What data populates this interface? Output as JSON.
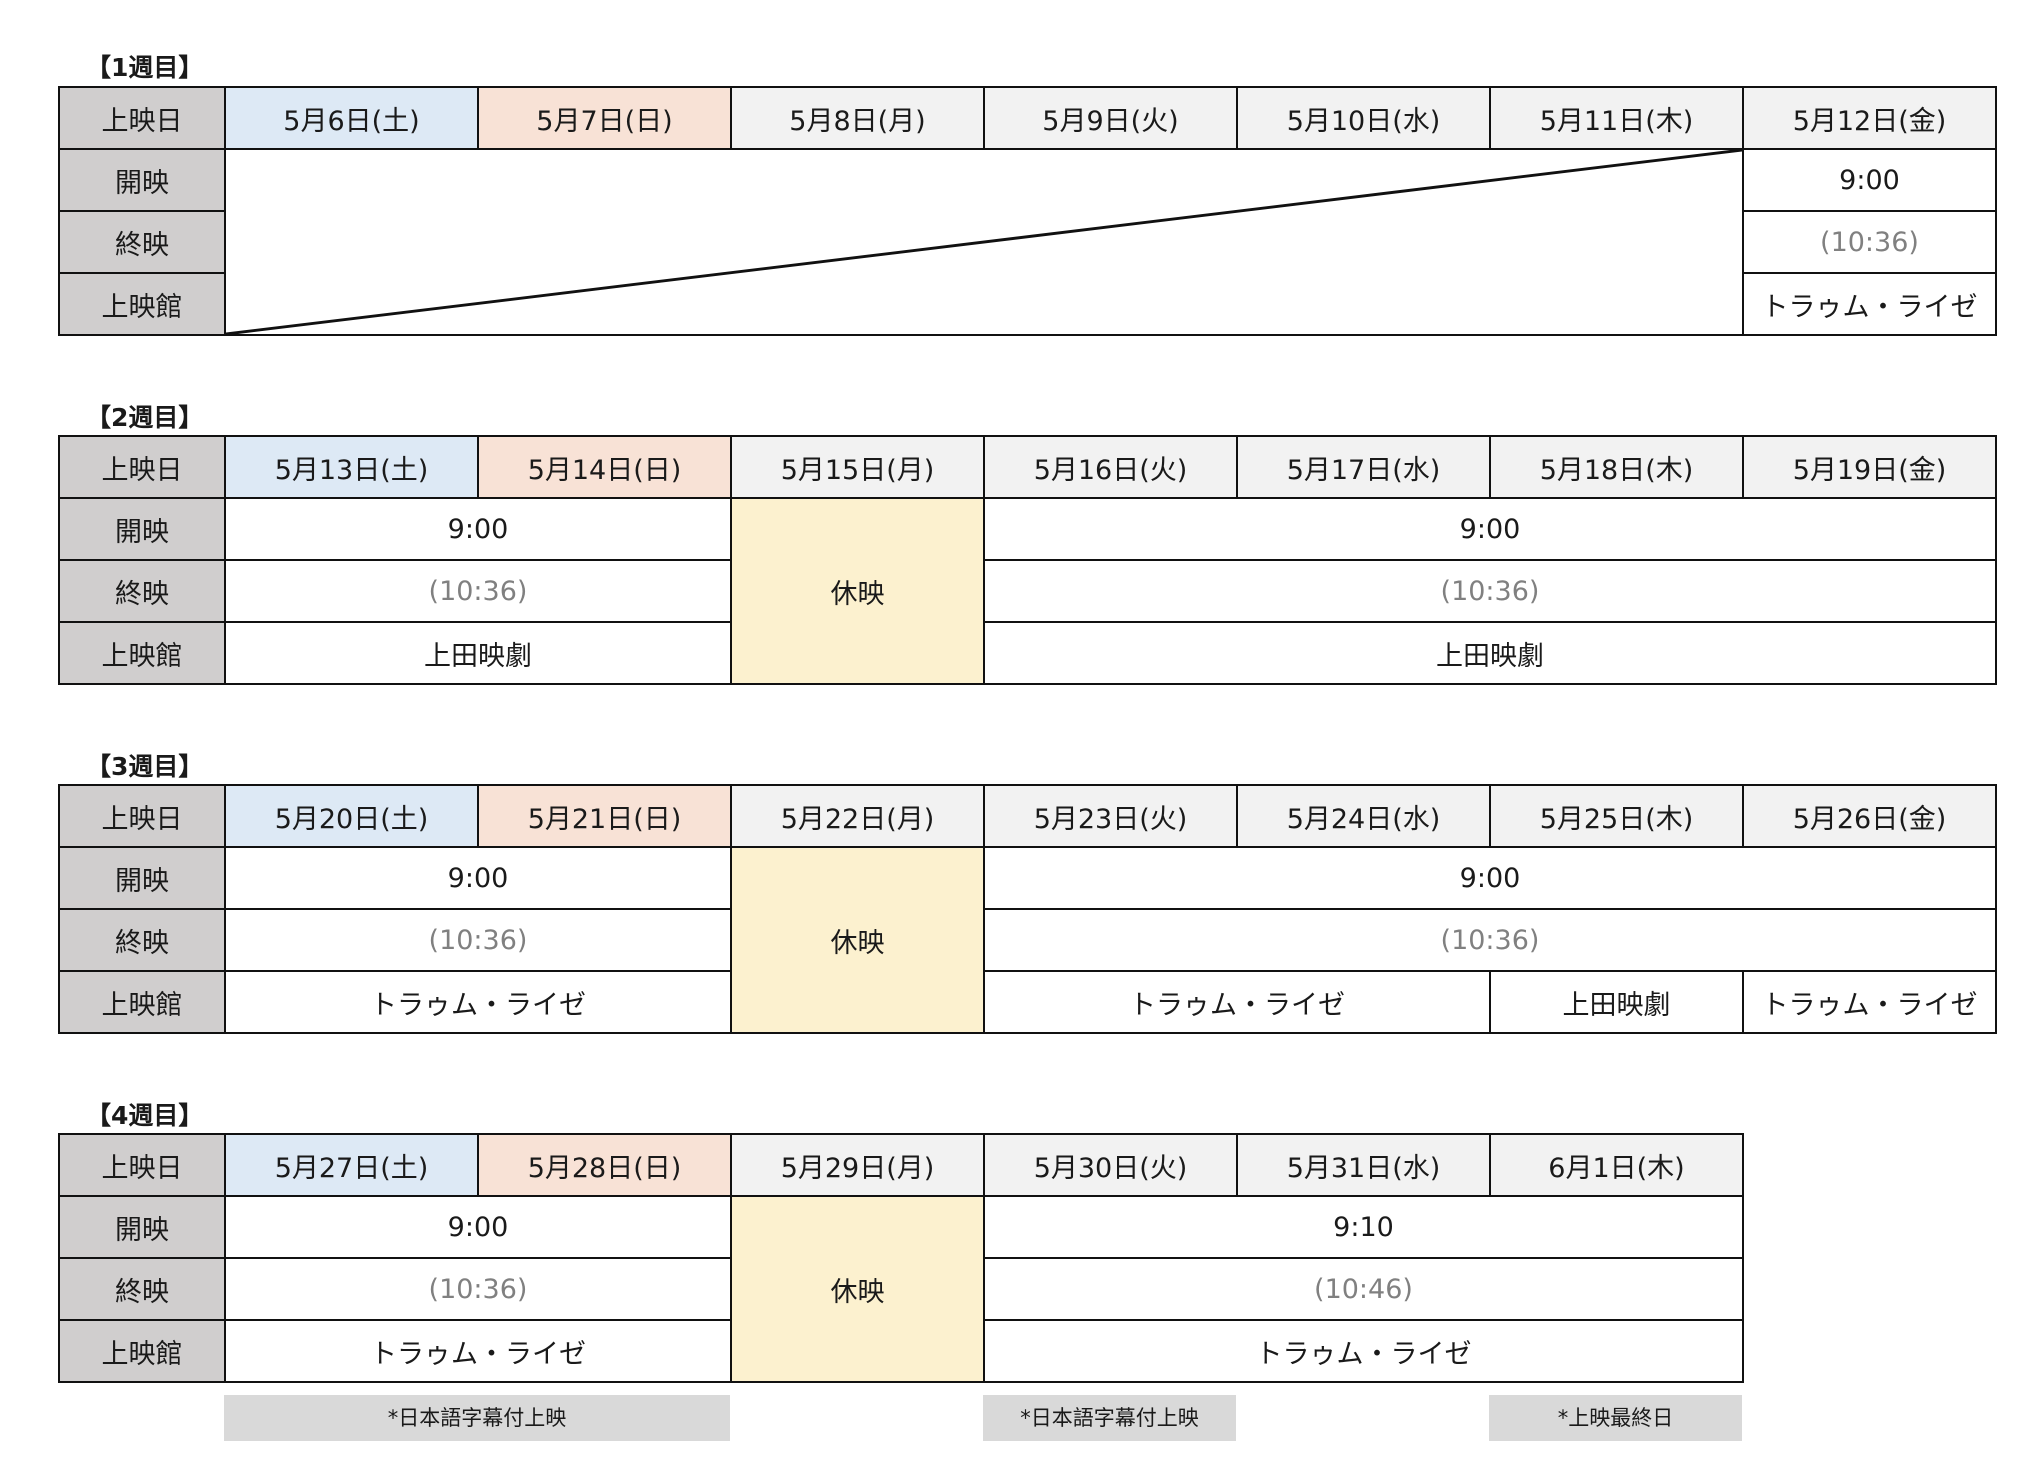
{
  "weeks": [
    {
      "title": "【1週目】",
      "headers": {
        "date": "上映日",
        "start": "開映",
        "end": "終映",
        "theater": "上映館"
      },
      "dates": [
        "5月6日(土)",
        "5月7日(日)",
        "5月8日(月)",
        "5月9日(火)",
        "5月10日(水)",
        "5月11日(木)",
        "5月12日(金)"
      ],
      "fri": {
        "start": "9:00",
        "end": "(10:36)",
        "theater": "トラゥム・ライゼ"
      }
    },
    {
      "title": "【2週目】",
      "headers": {
        "date": "上映日",
        "start": "開映",
        "end": "終映",
        "theater": "上映館"
      },
      "dates": [
        "5月13日(土)",
        "5月14日(日)",
        "5月15日(月)",
        "5月16日(火)",
        "5月17日(水)",
        "5月18日(木)",
        "5月19日(金)"
      ],
      "weekend": {
        "start": "9:00",
        "end": "(10:36)",
        "theater": "上田映劇"
      },
      "closed": "休映",
      "weekday": {
        "start": "9:00",
        "end": "(10:36)",
        "theater": "上田映劇"
      }
    },
    {
      "title": "【3週目】",
      "headers": {
        "date": "上映日",
        "start": "開映",
        "end": "終映",
        "theater": "上映館"
      },
      "dates": [
        "5月20日(土)",
        "5月21日(日)",
        "5月22日(月)",
        "5月23日(火)",
        "5月24日(水)",
        "5月25日(木)",
        "5月26日(金)"
      ],
      "weekend": {
        "start": "9:00",
        "end": "(10:36)",
        "theater": "トラゥム・ライゼ"
      },
      "closed": "休映",
      "weekday": {
        "start": "9:00",
        "end": "(10:36)",
        "theater_a": "トラゥム・ライゼ",
        "theater_b": "上田映劇",
        "theater_c": "トラゥム・ライゼ"
      }
    },
    {
      "title": "【4週目】",
      "headers": {
        "date": "上映日",
        "start": "開映",
        "end": "終映",
        "theater": "上映館"
      },
      "dates": [
        "5月27日(土)",
        "5月28日(日)",
        "5月29日(月)",
        "5月30日(火)",
        "5月31日(水)",
        "6月1日(木)"
      ],
      "weekend": {
        "start": "9:00",
        "end": "(10:36)",
        "theater": "トラゥム・ライゼ"
      },
      "closed": "休映",
      "weekday": {
        "start": "9:10",
        "end": "(10:46)",
        "theater": "トラゥム・ライゼ"
      }
    }
  ],
  "notes": [
    "*日本語字幕付上映",
    "*日本語字幕付上映",
    "*上映最終日"
  ],
  "colors": {
    "header": "#d0cece",
    "saturday": "#dde9f5",
    "sunday": "#f8e2d6",
    "weekday": "#f2f2f2",
    "closed": "#fcf1cf",
    "note": "#d9d9d9"
  }
}
